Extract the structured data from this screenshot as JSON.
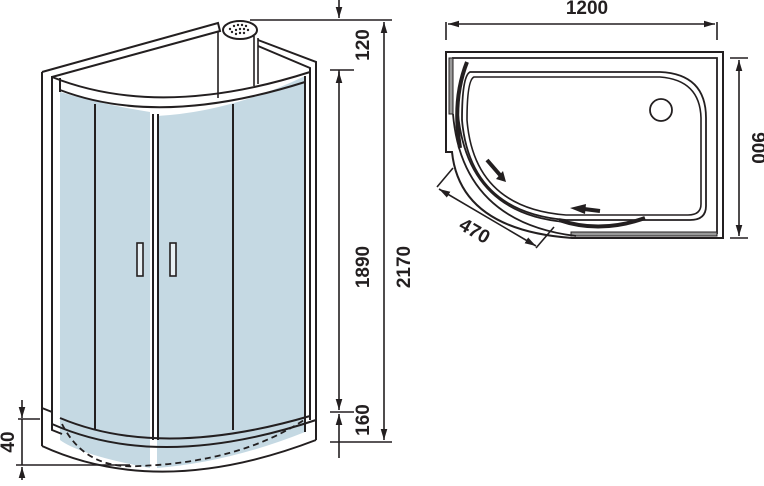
{
  "diagram": {
    "type": "technical-drawing",
    "subject": "quarter-round shower cabin",
    "colors": {
      "line": "#231f20",
      "glass": "#c5d9e3",
      "background": "#ffffff"
    }
  },
  "side_view": {
    "dimensions": {
      "top_offset": "120",
      "door_height": "1890",
      "total_height": "2170",
      "tray_height": "160",
      "tray_base": "40"
    }
  },
  "top_view": {
    "dimensions": {
      "width": "1200",
      "depth": "900",
      "door_opening": "470"
    }
  }
}
